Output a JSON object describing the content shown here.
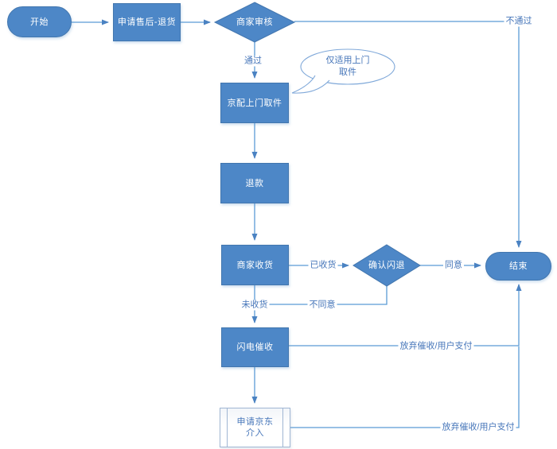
{
  "colors": {
    "node_fill": "#4d87c7",
    "node_border": "#4276ae",
    "line": "#5b9bd5",
    "label_text": "#4575b9",
    "arrow": "#4a82c2"
  },
  "nodes": {
    "start": {
      "label": "开始"
    },
    "apply_after_sales_return": {
      "label": "申请售后-退货"
    },
    "merchant_review": {
      "label": "商家审核"
    },
    "jd_home_pickup": {
      "label": "京配上门取件"
    },
    "refund": {
      "label": "退款"
    },
    "merchant_receive_goods": {
      "label": "商家收货"
    },
    "confirm_flash_refund": {
      "label": "确认闪退"
    },
    "end": {
      "label": "结束"
    },
    "lightning_collection": {
      "label": "闪电催收"
    },
    "apply_jd_intervention": {
      "label_line1": "申请京东",
      "label_line2": "介入"
    }
  },
  "callout": {
    "line1": "仅适用上门",
    "line2": "取件"
  },
  "edges": {
    "not_passed": "不通过",
    "passed": "通过",
    "goods_received": "已收货",
    "agree": "同意",
    "goods_not_received": "未收货",
    "disagree": "不同意",
    "abandon_collection_user_pay_1": "放弃催收/用户支付",
    "abandon_collection_user_pay_2": "放弃催收/用户支付"
  }
}
